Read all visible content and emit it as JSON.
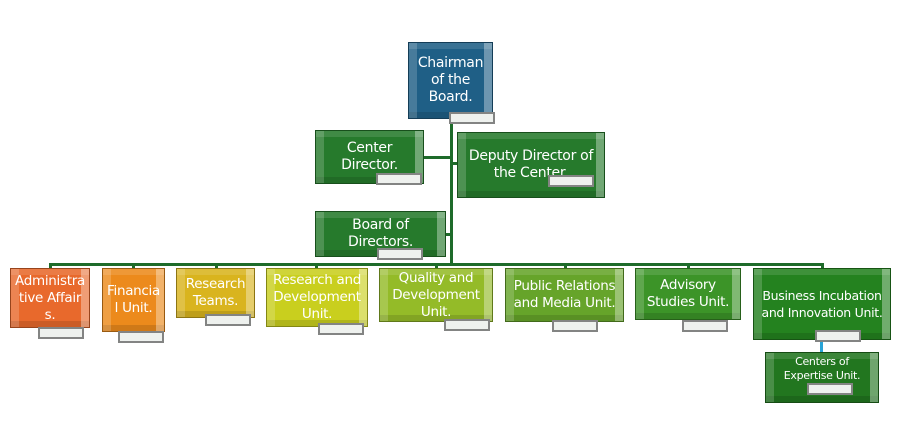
{
  "nodes": {
    "chairman": {
      "label": "Chairman of the Board.",
      "color": "#1f5f86"
    },
    "center_director": {
      "label": "Center Director.",
      "color": "#267a2c"
    },
    "deputy_director": {
      "label": "Deputy Director of the Center.",
      "color": "#267a2c"
    },
    "board_of_directors": {
      "label": "Board of Directors.",
      "color": "#267a2c"
    },
    "administrative_affairs": {
      "label": "Administrative Affairs.",
      "color": "#e8692c"
    },
    "financial_unit": {
      "label": "Financial Unit.",
      "color": "#ec8a1c"
    },
    "research_teams": {
      "label": "Research Teams.",
      "color": "#d9b41e"
    },
    "research_development": {
      "label": "Research and Development Unit.",
      "color": "#c9cf1e"
    },
    "quality_development": {
      "label": "Quality and Development Unit.",
      "color": "#94bb28"
    },
    "public_relations": {
      "label": "Public Relations and Media Unit.",
      "color": "#66a42a"
    },
    "advisory_studies": {
      "label": "Advisory Studies Unit.",
      "color": "#3c9428"
    },
    "business_incubation": {
      "label": "Business Incubation and Innovation Unit.",
      "color": "#24821f"
    },
    "centers_of_expertise": {
      "label": "Centers of Expertise Unit.",
      "color": "#22761f"
    }
  },
  "connector_color": "#1e6b2a",
  "sub_connector_color": "#29a3d6"
}
